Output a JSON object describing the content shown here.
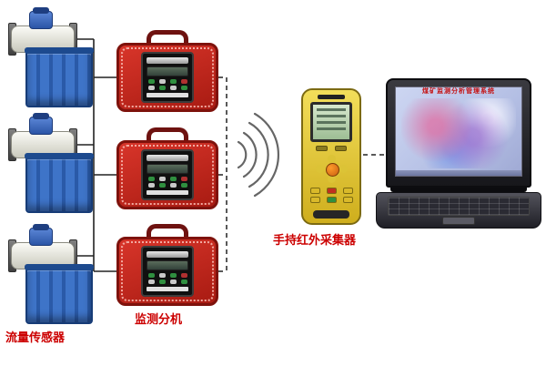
{
  "labels": {
    "flow_sensor": "流量传感器",
    "monitor_unit": "监测分机",
    "handheld_collector": "手持红外采集器"
  },
  "laptop": {
    "screen_title": "煤矿监测分析管理系统"
  },
  "components": {
    "flow_sensor_count": 3,
    "monitor_unit_count": 3
  },
  "colors": {
    "label_red": "#cc0000",
    "monitor_box_red": "#c4281e",
    "tank_blue": "#2e66b8",
    "handheld_yellow": "#e6c62e",
    "lcd_green": "#a8c8a0",
    "laptop_screen": "#b8c4e8"
  }
}
